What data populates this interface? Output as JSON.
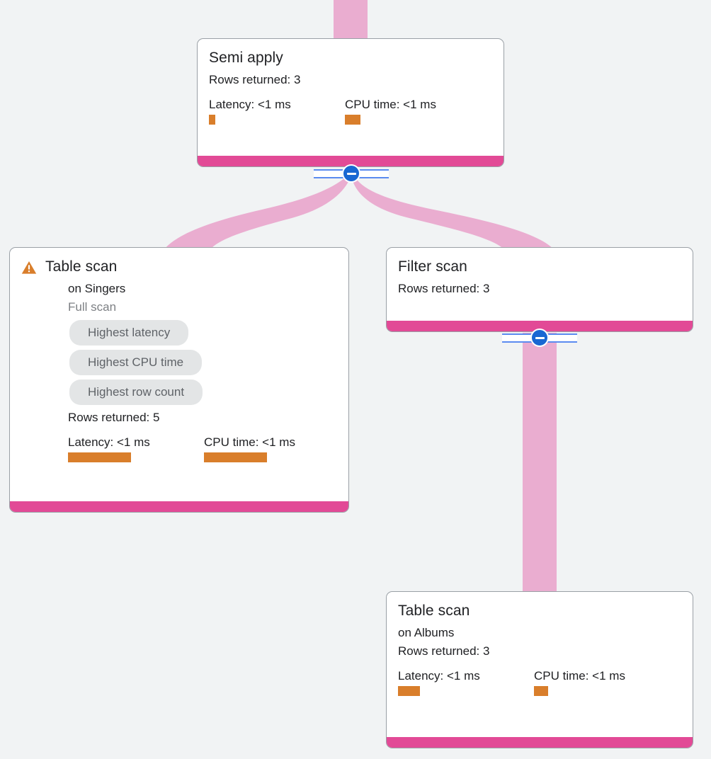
{
  "theme": {
    "background": "#f1f3f4",
    "card_background": "#ffffff",
    "card_border": "#9aa0a6",
    "accent_bar": "#e24a96",
    "edge": "#eaadd0",
    "metric_bar": "#d97e2b",
    "warning": "#d97e2b",
    "chip_background": "#e3e5e6",
    "chip_text": "#5f6368",
    "toggle_fill": "#1967d2",
    "toggle_rail": "#5b8bf0",
    "text_primary": "#202124",
    "text_muted": "#7d8084"
  },
  "nodes": {
    "semi_apply": {
      "title": "Semi apply",
      "rows_returned": "Rows returned: 3",
      "latency_label": "Latency: <1 ms",
      "cpu_label": "CPU time: <1 ms",
      "latency_bar_width": 9,
      "cpu_bar_width": 22
    },
    "table_scan_singers": {
      "title": "Table scan",
      "target": "on Singers",
      "scan_type": "Full scan",
      "chips": [
        "Highest latency",
        "Highest CPU time",
        "Highest row count"
      ],
      "rows_returned": "Rows returned: 5",
      "latency_label": "Latency: <1 ms",
      "cpu_label": "CPU time: <1 ms",
      "latency_bar_width": 89,
      "cpu_bar_width": 89,
      "warning_icon": "warning-triangle-icon"
    },
    "filter_scan": {
      "title": "Filter scan",
      "rows_returned": "Rows returned: 3"
    },
    "table_scan_albums": {
      "title": "Table scan",
      "target": "on Albums",
      "rows_returned": "Rows returned: 3",
      "latency_label": "Latency: <1 ms",
      "cpu_label": "CPU time: <1 ms",
      "latency_bar_width": 31,
      "cpu_bar_width": 20
    }
  },
  "toggles": {
    "semi_apply_collapse": {
      "icon": "minus-circle-icon",
      "state": "expanded"
    },
    "filter_scan_collapse": {
      "icon": "minus-circle-icon",
      "state": "expanded"
    }
  }
}
